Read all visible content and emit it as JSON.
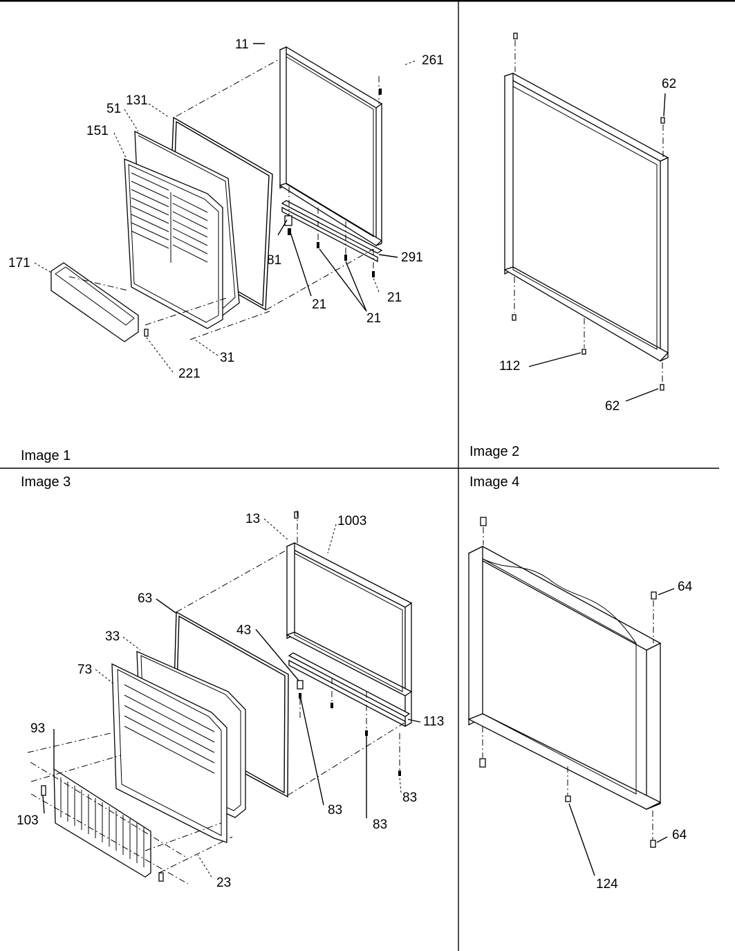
{
  "panels": [
    {
      "caption": "Image 1",
      "callouts": [
        "11",
        "261",
        "131",
        "51",
        "151",
        "81",
        "291",
        "171",
        "21",
        "21",
        "21",
        "221",
        "31"
      ]
    },
    {
      "caption": "Image 2",
      "callouts": [
        "62",
        "62",
        "112"
      ]
    },
    {
      "caption": "Image 3",
      "callouts": [
        "13",
        "1003",
        "63",
        "43",
        "33",
        "73",
        "113",
        "93",
        "103",
        "83",
        "83",
        "83",
        "23"
      ]
    },
    {
      "caption": "Image 4",
      "callouts": [
        "64",
        "64",
        "124"
      ]
    }
  ]
}
